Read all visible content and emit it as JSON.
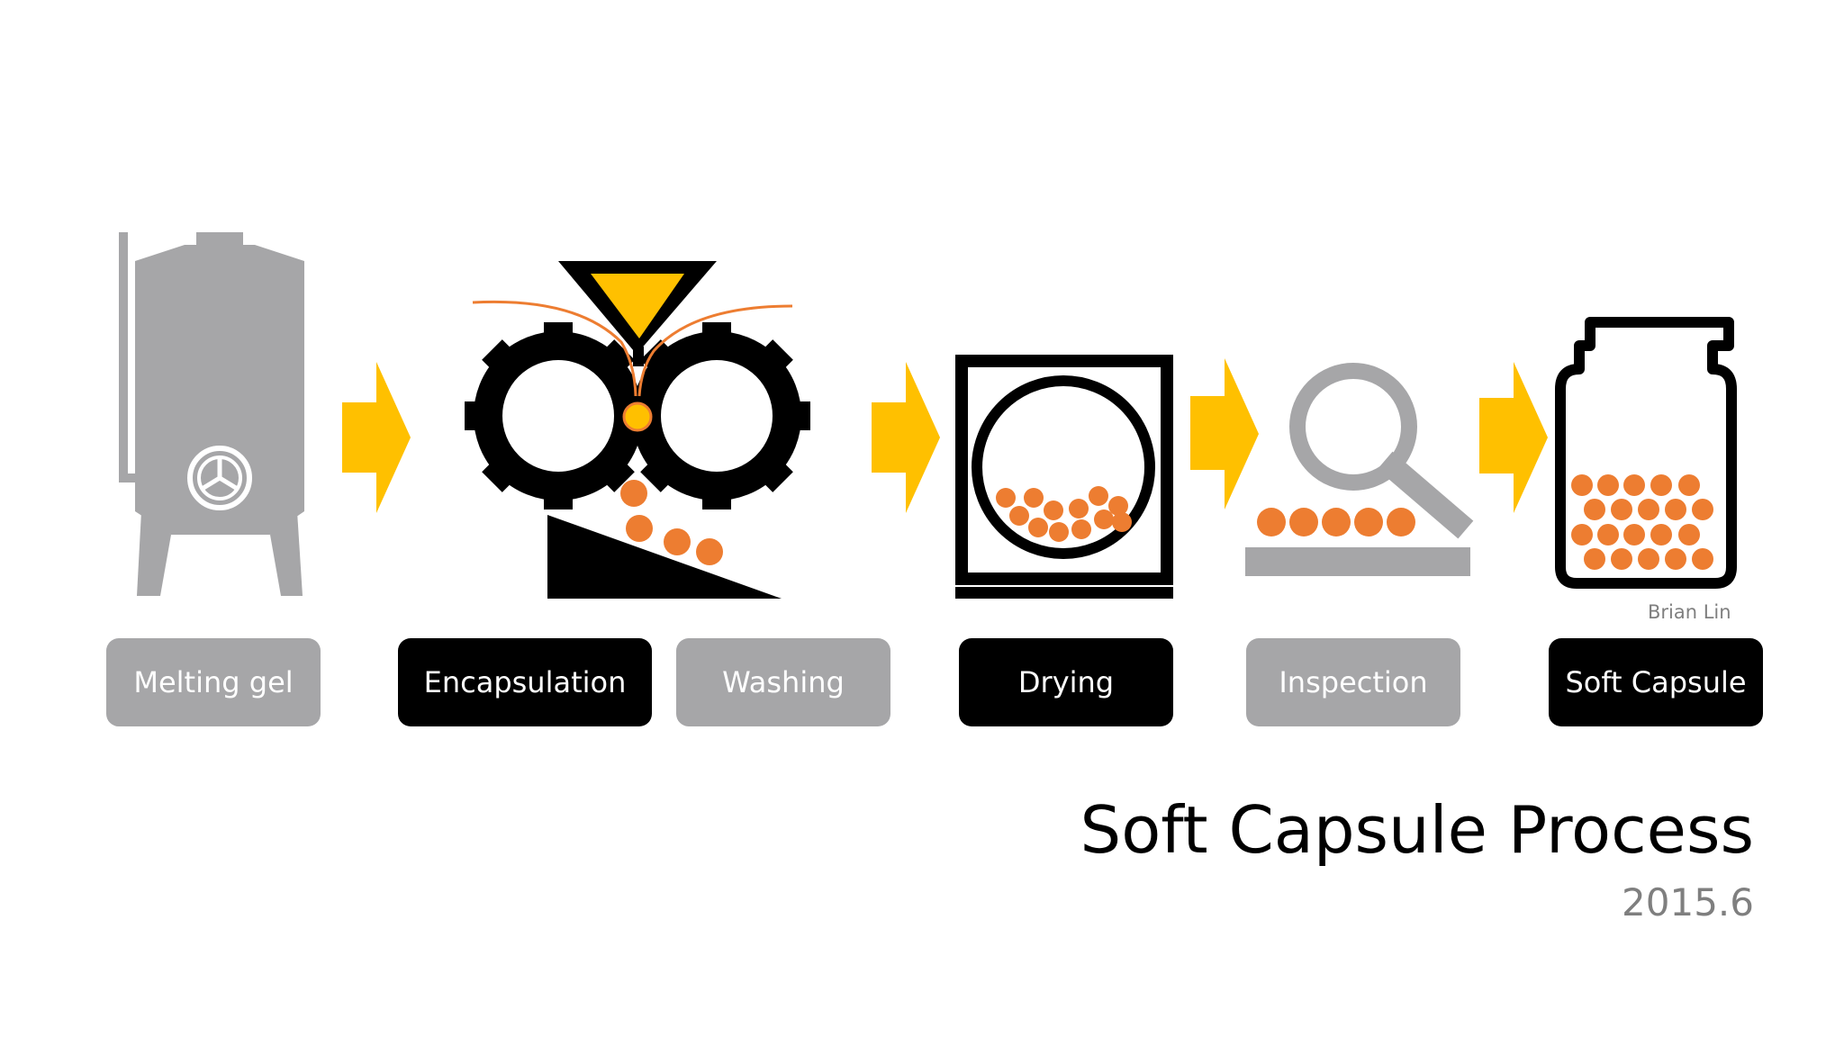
{
  "steps": [
    {
      "label": "Melting gel",
      "style": "gray",
      "icon": "tank-icon"
    },
    {
      "label": "Encapsulation",
      "style": "black",
      "icon": "gear-rollers-icon"
    },
    {
      "label": "Washing",
      "style": "gray",
      "icon": "slide-icon"
    },
    {
      "label": "Drying",
      "style": "black",
      "icon": "drum-dryer-icon"
    },
    {
      "label": "Inspection",
      "style": "gray",
      "icon": "magnifier-icon"
    },
    {
      "label": "Soft Capsule",
      "style": "black",
      "icon": "jar-icon"
    }
  ],
  "author": "Brian Lin",
  "title": "Soft Capsule Process",
  "date": "2015.6",
  "colors": {
    "arrow": "#ffc000",
    "capsule": "#ed7d31",
    "gray": "#a6a6a8",
    "black": "#000000",
    "funnel": "#ffc000"
  }
}
